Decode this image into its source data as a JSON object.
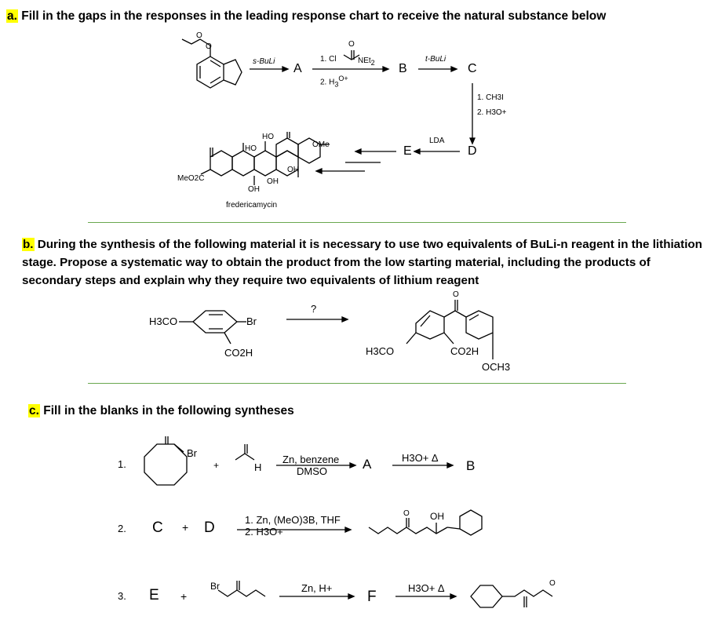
{
  "part_a": {
    "title_label": "a.",
    "title_text": " Fill in the gaps in the responses in the leading response chart to receive the natural substance below",
    "reagent_s_buli": "s-BuLi",
    "letter_a": "A",
    "reagent_step1": "1. Cl",
    "reagent_net2": "NEt",
    "reagent_net2_sub": "2",
    "reagent_step2": "2. H",
    "reagent_h3o_sub": "3",
    "reagent_h3o_sup": "O+",
    "letter_b": "B",
    "reagent_t_buli": "t-BuLi",
    "letter_c": "C",
    "reagent_ch3i": "1. CH3I",
    "reagent_h3o2": "2. H3O+",
    "letter_d": "D",
    "reagent_lda": "LDA",
    "letter_e": "E",
    "product_name": "fredericamycin",
    "label_meo2c": "MeO2C",
    "label_ho1": "HO",
    "label_ho2": "HO",
    "label_ome": "OMe",
    "label_oh1": "OH",
    "label_oh2": "OH",
    "label_oh3": "OH",
    "label_o": "O"
  },
  "part_b": {
    "title_label": "b.",
    "title_text": " During the synthesis of the following material it is necessary to use two equivalents of BuLi-n reagent in the lithiation stage. Propose a systematic way to obtain the product from the low starting material, including the products of secondary steps and explain why they require two equivalents of lithium reagent",
    "label_h3co_left": "H3CO",
    "label_br": "Br",
    "label_co2h_left": "CO2H",
    "arrow_question": "?",
    "label_h3co_right": "H3CO",
    "label_co2h_right": "CO2H",
    "label_och3": "OCH3",
    "label_o": "O"
  },
  "part_c": {
    "title_label": "c.",
    "title_text": " Fill in the blanks in the following syntheses",
    "row1": {
      "number": "1.",
      "label_br": "Br",
      "plus": "+",
      "label_h": "H",
      "reagent_top": "Zn, benzene",
      "reagent_bottom": "DMSO",
      "letter_a": "A",
      "reagent2": "H3O+ Δ",
      "letter_b": "B"
    },
    "row2": {
      "number": "2.",
      "letter_c": "C",
      "plus": "+",
      "letter_d": "D",
      "reagent_top": "1. Zn, (MeO)3B, THF",
      "reagent_bottom": "2. H3O+",
      "label_oh": "OH",
      "label_o": "O"
    },
    "row3": {
      "number": "3.",
      "letter_e": "E",
      "plus": "+",
      "label_br": "Br",
      "reagent_top": "Zn, H+",
      "letter_f": "F",
      "reagent2": "H3O+ Δ",
      "label_o": "O"
    }
  },
  "colors": {
    "highlight": "#ffff00",
    "divider": "#6aa84f"
  }
}
